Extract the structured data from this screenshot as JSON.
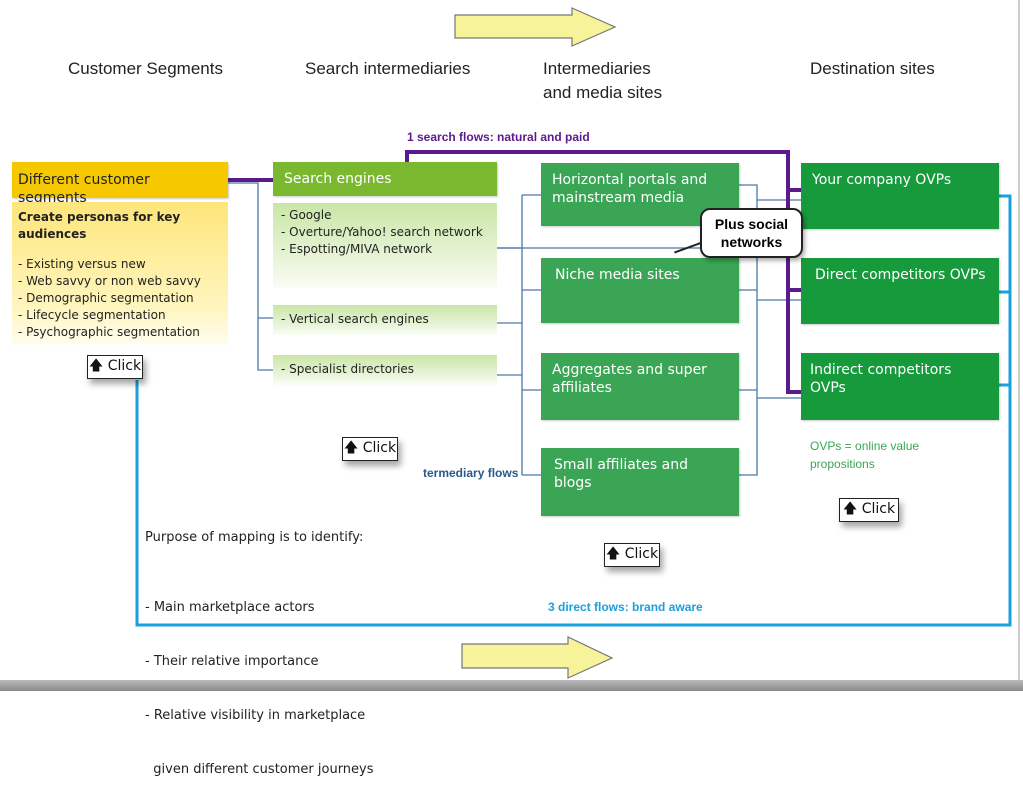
{
  "headings": {
    "col1": "Customer Segments",
    "col2": "Search intermediaries",
    "col3_line1": "Intermediaries",
    "col3_line2": "and media sites",
    "col4": "Destination sites"
  },
  "segments": {
    "header": "Different customer segments",
    "subtitle": "Create personas for key audiences",
    "items": [
      "- Existing versus new",
      "- Web savvy or non web savvy",
      "- Demographic segmentation",
      "- Lifecycle segmentation",
      "- Psychographic segmentation"
    ]
  },
  "search": {
    "header": "Search engines",
    "engines": [
      "- Google",
      "- Overture/Yahoo! search network",
      "- Espotting/MIVA network"
    ],
    "vertical": "- Vertical search engines",
    "directories": "- Specialist directories"
  },
  "media": [
    "Horizontal portals and mainstream media",
    "Niche media sites",
    "Aggregates and super affiliates",
    "Small affiliates and blogs"
  ],
  "destinations": [
    "Your company OVPs",
    "Direct competitors OVPs",
    "Indirect competitors OVPs"
  ],
  "callout": "Plus social networks",
  "ovp_note": "OVPs = online value propositions",
  "flows": {
    "search": "1 search flows: natural and paid",
    "intermediary": "termediary flows",
    "direct": "3 direct flows: brand aware"
  },
  "purpose": {
    "title": "Purpose of mapping is to identify:",
    "items": [
      "- Main marketplace actors",
      "- Their relative importance",
      "- Relative visibility in marketplace",
      "  given different customer journeys"
    ]
  },
  "click_label": "Click",
  "colors": {
    "yellow": "#f5c800",
    "search_green": "#7ab830",
    "media_green": "#3aa655",
    "dest_green": "#169a3c",
    "search_flow": "#5b1a8c",
    "direct_flow": "#1aa0dc",
    "intermediary_flow": "#4a7aa8"
  }
}
